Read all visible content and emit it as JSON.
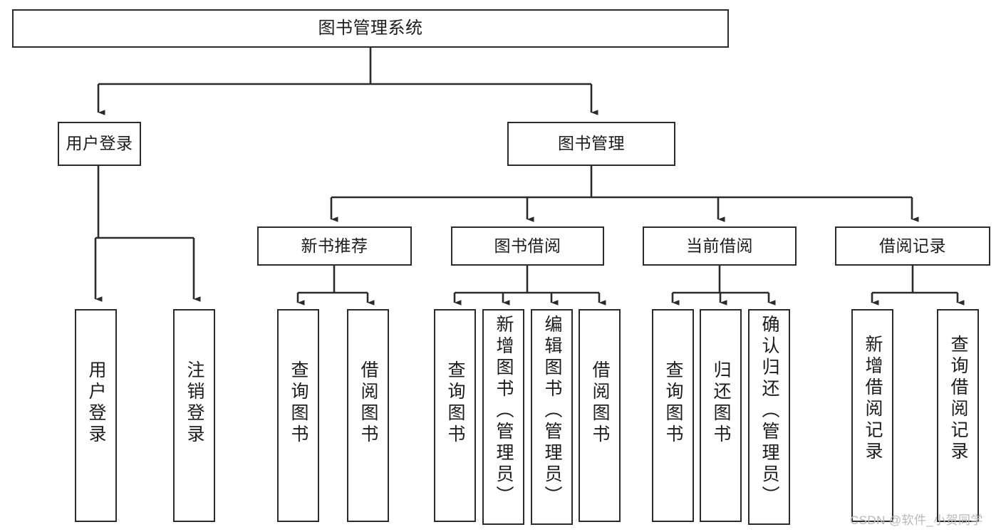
{
  "diagram": {
    "title": "图书管理系统",
    "type": "hierarchy-tree",
    "root": {
      "id": "root",
      "label": "图书管理系统",
      "orientation": "horizontal"
    },
    "level2": [
      {
        "id": "user-login",
        "label": "用户登录",
        "orientation": "horizontal"
      },
      {
        "id": "book-management",
        "label": "图书管理",
        "orientation": "horizontal"
      }
    ],
    "level3": [
      {
        "id": "new-book-recommend",
        "label": "新书推荐",
        "orientation": "horizontal",
        "parent": "book-management"
      },
      {
        "id": "book-borrow",
        "label": "图书借阅",
        "orientation": "horizontal",
        "parent": "book-management"
      },
      {
        "id": "current-borrow",
        "label": "当前借阅",
        "orientation": "horizontal",
        "parent": "book-management"
      },
      {
        "id": "borrow-record",
        "label": "借阅记录",
        "orientation": "horizontal",
        "parent": "book-management"
      }
    ],
    "leaves": [
      {
        "id": "leaf-user-login",
        "label": "用户登录",
        "parent": "user-login",
        "orientation": "vertical"
      },
      {
        "id": "leaf-user-logout",
        "label": "注销登录",
        "parent": "user-login",
        "orientation": "vertical"
      },
      {
        "id": "leaf-query-book-1",
        "label": "查询图书",
        "parent": "new-book-recommend",
        "orientation": "vertical"
      },
      {
        "id": "leaf-borrow-book-1",
        "label": "借阅图书",
        "parent": "new-book-recommend",
        "orientation": "vertical"
      },
      {
        "id": "leaf-query-book-2",
        "label": "查询图书",
        "parent": "book-borrow",
        "orientation": "vertical"
      },
      {
        "id": "leaf-add-book",
        "label": "新增图书（管理员）",
        "parent": "book-borrow",
        "orientation": "vertical"
      },
      {
        "id": "leaf-edit-book",
        "label": "编辑图书（管理员）",
        "parent": "book-borrow",
        "orientation": "vertical"
      },
      {
        "id": "leaf-borrow-book-2",
        "label": "借阅图书",
        "parent": "book-borrow",
        "orientation": "vertical"
      },
      {
        "id": "leaf-query-book-3",
        "label": "查询图书",
        "parent": "current-borrow",
        "orientation": "vertical"
      },
      {
        "id": "leaf-return-book",
        "label": "归还图书",
        "parent": "current-borrow",
        "orientation": "vertical"
      },
      {
        "id": "leaf-confirm-return",
        "label": "确认归还（管理员）",
        "parent": "current-borrow",
        "orientation": "vertical"
      },
      {
        "id": "leaf-add-record",
        "label": "新增借阅记录",
        "parent": "borrow-record",
        "orientation": "vertical"
      },
      {
        "id": "leaf-query-record",
        "label": "查询借阅记录",
        "parent": "borrow-record",
        "orientation": "vertical"
      }
    ],
    "colors": {
      "stroke": "#2b2b2b",
      "fill": "#ffffff",
      "text": "#1c1c1c",
      "watermark": "#b9b9b9"
    }
  },
  "watermark": {
    "text": "CSDN @软件_小贺同学"
  }
}
